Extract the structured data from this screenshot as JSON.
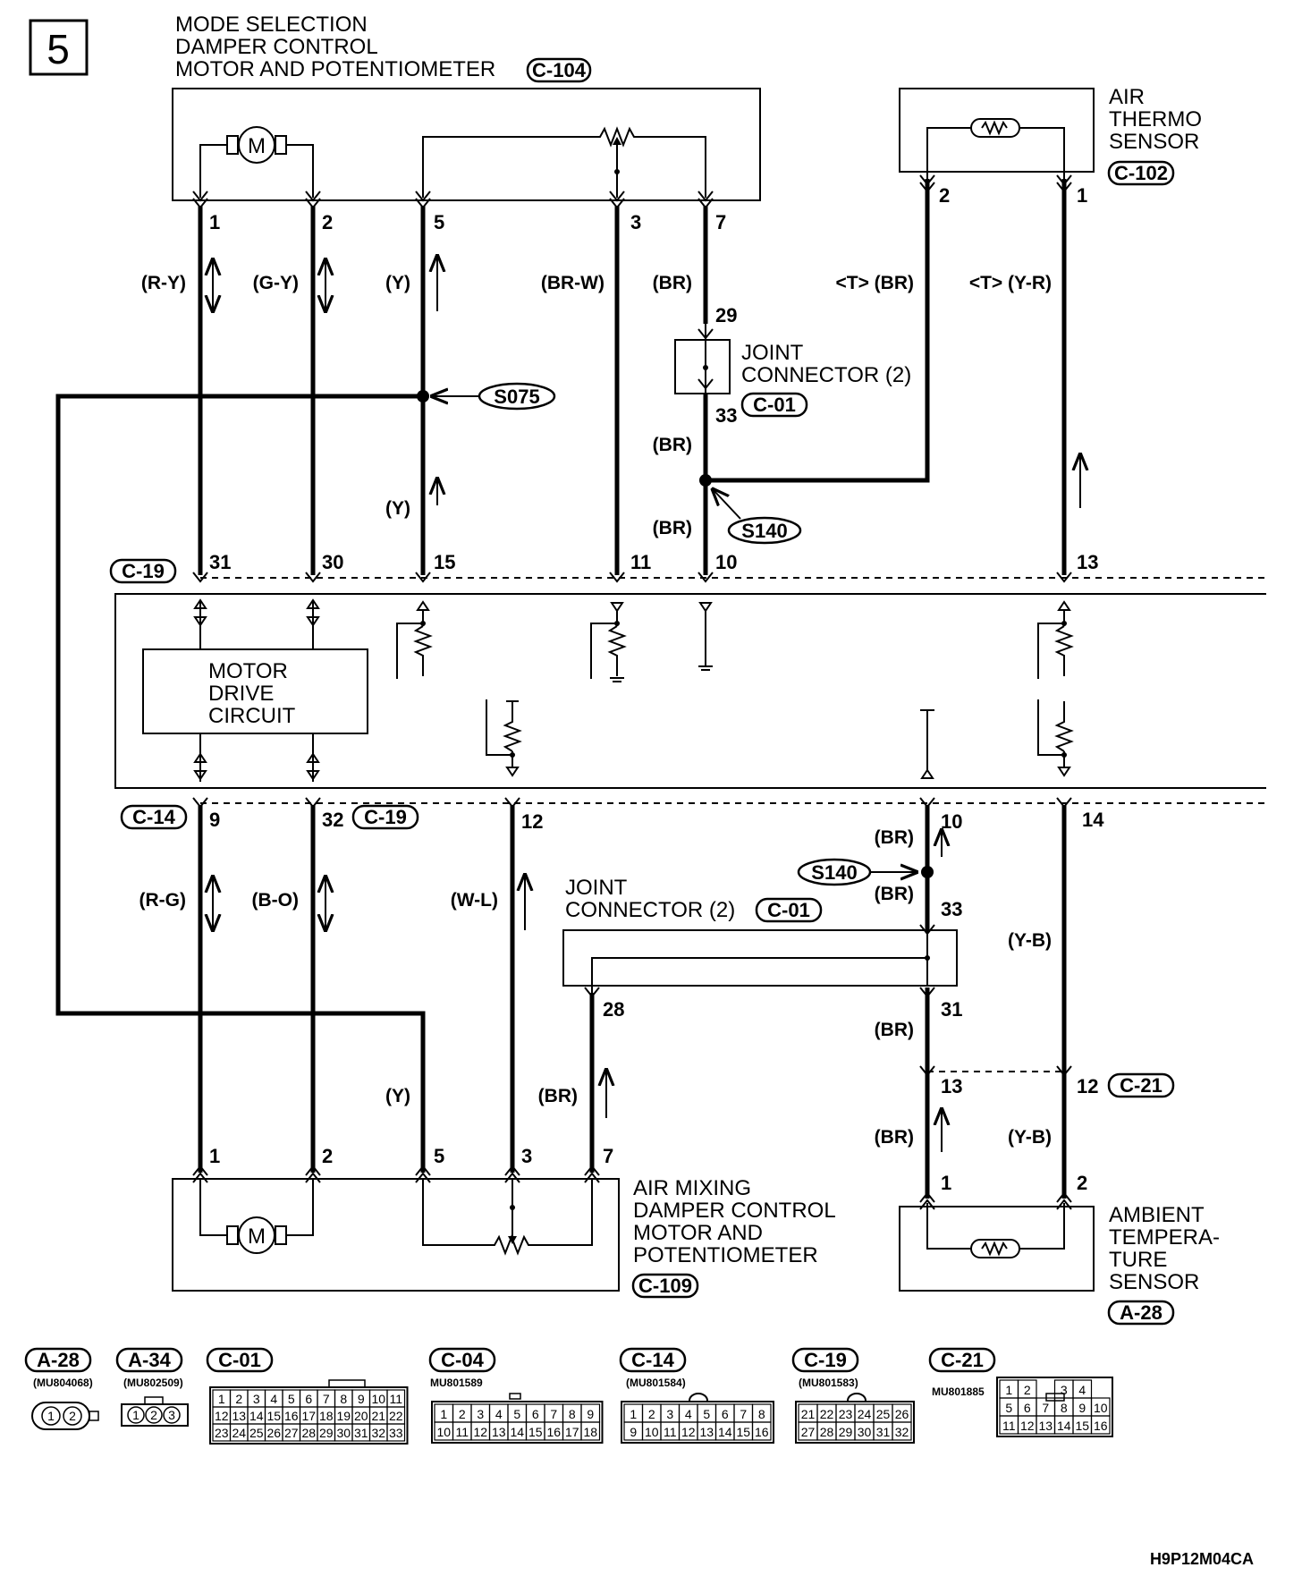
{
  "page_number": "5",
  "components": {
    "mode_damper": {
      "lines": [
        "MODE SELECTION",
        "DAMPER CONTROL",
        "MOTOR AND POTENTIOMETER"
      ],
      "connector": "C-104"
    },
    "air_thermo": {
      "lines": [
        "AIR",
        "THERMO",
        "SENSOR"
      ],
      "connector": "C-102"
    },
    "joint_top": {
      "lines": [
        "JOINT",
        "CONNECTOR (2)"
      ],
      "connector": "C-01"
    },
    "joint_bottom": {
      "lines": [
        "JOINT",
        "CONNECTOR (2)"
      ],
      "connector": "C-01"
    },
    "motor_drive": {
      "lines": [
        "MOTOR",
        "DRIVE",
        "CIRCUIT"
      ]
    },
    "air_mixing": {
      "lines": [
        "AIR MIXING",
        "DAMPER CONTROL",
        "MOTOR AND",
        "POTENTIOMETER"
      ],
      "connector": "C-109"
    },
    "ambient": {
      "lines": [
        "AMBIENT",
        "TEMPERA-",
        "TURE",
        "SENSOR"
      ],
      "connector": "A-28"
    }
  },
  "connector_tags": {
    "ecu_top": "C-19",
    "ecu_bottom_left": "C-14",
    "ecu_bottom_mid": "C-19",
    "c21": "C-21"
  },
  "splices": [
    "S075",
    "S140",
    "S140"
  ],
  "pins": {
    "c104": [
      "1",
      "2",
      "5",
      "3",
      "7"
    ],
    "c102": [
      "2",
      "1"
    ],
    "joint_top": [
      "29",
      "33"
    ],
    "ecu_top": [
      "31",
      "30",
      "15",
      "11",
      "10",
      "13"
    ],
    "ecu_bottom": [
      "9",
      "32",
      "12",
      "10",
      "14"
    ],
    "joint_bottom": [
      "33",
      "28",
      "31"
    ],
    "c21": [
      "13",
      "12"
    ],
    "c109": [
      "1",
      "2",
      "5",
      "3",
      "7"
    ],
    "a28": [
      "1",
      "2"
    ]
  },
  "wire_colors": {
    "ry": "(R-Y)",
    "gy": "(G-Y)",
    "y_top": "(Y)",
    "brw": "(BR-W)",
    "br_top": "(BR)",
    "t_br": "<T> (BR)",
    "t_yr": "<T> (Y-R)",
    "br_mid1": "(BR)",
    "y_mid": "(Y)",
    "br_mid2": "(BR)",
    "rg": "(R-G)",
    "bo": "(B-O)",
    "wl": "(W-L)",
    "br_r1": "(BR)",
    "br_r2": "(BR)",
    "yb1": "(Y-B)",
    "br_r3": "(BR)",
    "y_low": "(Y)",
    "br_low": "(BR)",
    "br_r4": "(BR)",
    "yb2": "(Y-B)"
  },
  "connector_table": [
    {
      "tag": "A-28",
      "part": "(MU804068)"
    },
    {
      "tag": "A-34",
      "part": "(MU802509)"
    },
    {
      "tag": "C-01",
      "part": ""
    },
    {
      "tag": "C-04",
      "part": "MU801589"
    },
    {
      "tag": "C-14",
      "part": "(MU801584)"
    },
    {
      "tag": "C-19",
      "part": "(MU801583)"
    },
    {
      "tag": "C-21",
      "part": "MU801885"
    }
  ],
  "connector_cells": {
    "a28": [
      "1",
      "2"
    ],
    "a34": [
      "1",
      "2",
      "3"
    ],
    "c01": [
      [
        "1",
        "2",
        "3",
        "4",
        "5",
        "6",
        "7",
        "8",
        "9",
        "10",
        "11"
      ],
      [
        "12",
        "13",
        "14",
        "15",
        "16",
        "17",
        "18",
        "19",
        "20",
        "21",
        "22"
      ],
      [
        "23",
        "24",
        "25",
        "26",
        "27",
        "28",
        "29",
        "30",
        "31",
        "32",
        "33"
      ]
    ],
    "c04": [
      [
        "1",
        "2",
        "3",
        "4",
        "5",
        "6",
        "7",
        "8",
        "9"
      ],
      [
        "10",
        "11",
        "12",
        "13",
        "14",
        "15",
        "16",
        "17",
        "18"
      ]
    ],
    "c14": [
      [
        "1",
        "2",
        "3",
        "4",
        "5",
        "6",
        "7",
        "8"
      ],
      [
        "9",
        "10",
        "11",
        "12",
        "13",
        "14",
        "15",
        "16"
      ]
    ],
    "c19": [
      [
        "21",
        "22",
        "23",
        "24",
        "25",
        "26"
      ],
      [
        "27",
        "28",
        "29",
        "30",
        "31",
        "32"
      ]
    ],
    "c21": [
      [
        "1",
        "2",
        "",
        "3",
        "4"
      ],
      [
        "5",
        "6",
        "7",
        "8",
        "9",
        "10"
      ],
      [
        "11",
        "12",
        "13",
        "14",
        "15",
        "16"
      ]
    ]
  },
  "diagram_code": "H9P12M04CA"
}
